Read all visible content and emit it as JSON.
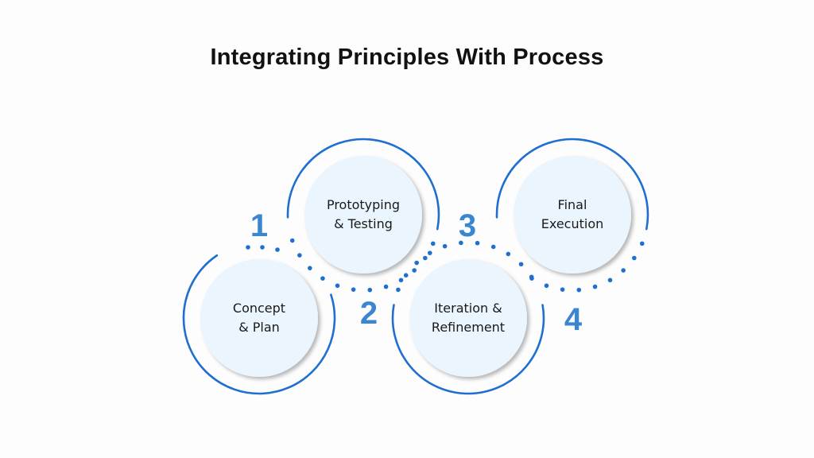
{
  "title": "Integrating Principles With Process",
  "colors": {
    "ring": "#1f6fd0",
    "dot": "#1f6fd0",
    "number": "#3a86d0",
    "circle_fill": "#eaf5fd",
    "background": "#fdfdfd"
  },
  "steps": [
    {
      "number": "1",
      "label": "Concept\n& Plan"
    },
    {
      "number": "2",
      "label": "Prototyping\n& Testing"
    },
    {
      "number": "3",
      "label": "Iteration &\nRefinement"
    },
    {
      "number": "4",
      "label": "Final\nExecution"
    }
  ]
}
